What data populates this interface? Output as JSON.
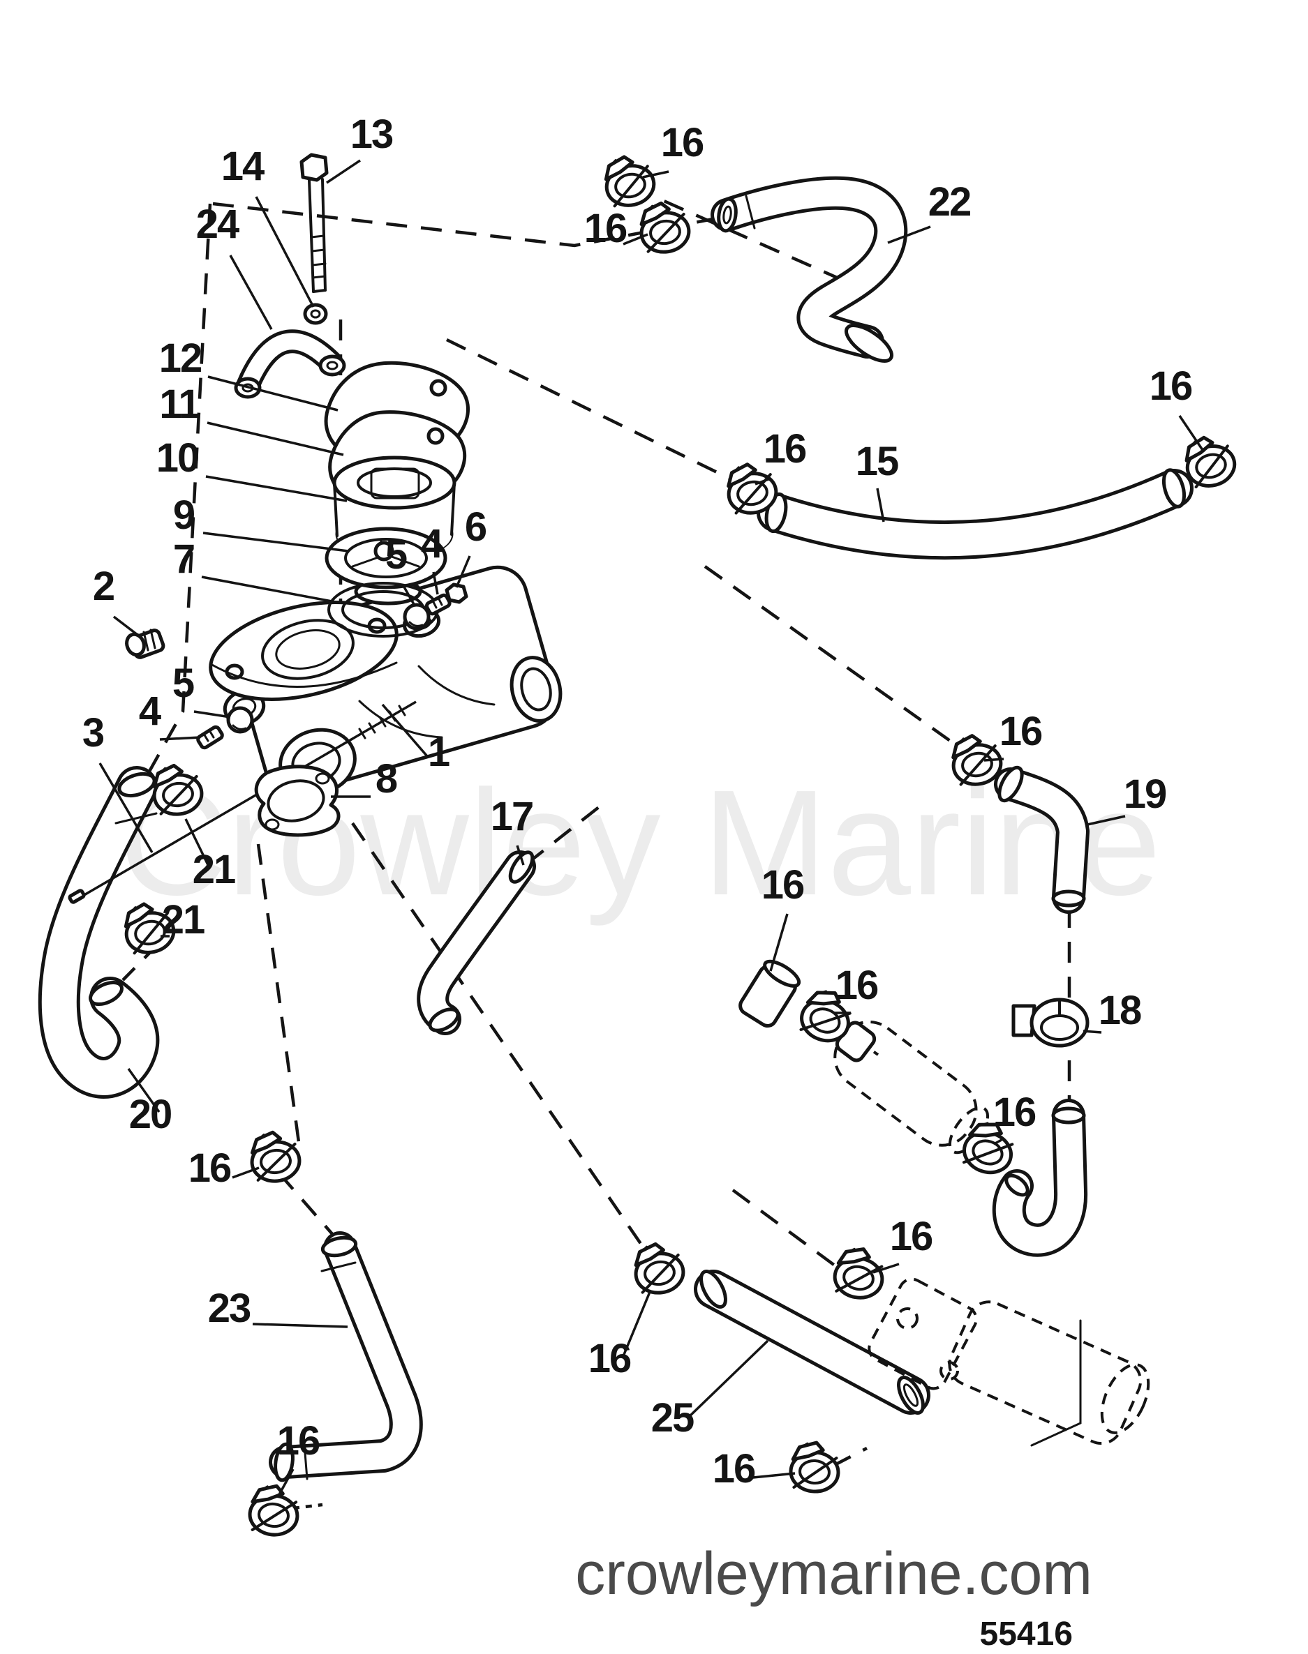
{
  "diagram": {
    "watermark": "Crowley Marine",
    "site": "crowleymarine.com",
    "drawing_number": "55416"
  },
  "colors": {
    "line": "#141414",
    "watermark": "#ececec",
    "footer": "#4a4a4a"
  },
  "callouts": [
    {
      "n": "13"
    },
    {
      "n": "14"
    },
    {
      "n": "24"
    },
    {
      "n": "12"
    },
    {
      "n": "11"
    },
    {
      "n": "10"
    },
    {
      "n": "9"
    },
    {
      "n": "7"
    },
    {
      "n": "2"
    },
    {
      "n": "5"
    },
    {
      "n": "4"
    },
    {
      "n": "6"
    },
    {
      "n": "5"
    },
    {
      "n": "4"
    },
    {
      "n": "3"
    },
    {
      "n": "1"
    },
    {
      "n": "8"
    },
    {
      "n": "21"
    },
    {
      "n": "21"
    },
    {
      "n": "20"
    },
    {
      "n": "22"
    },
    {
      "n": "15"
    },
    {
      "n": "17"
    },
    {
      "n": "19"
    },
    {
      "n": "18"
    },
    {
      "n": "23"
    },
    {
      "n": "25"
    },
    {
      "n": "16"
    },
    {
      "n": "16"
    },
    {
      "n": "16"
    },
    {
      "n": "16"
    },
    {
      "n": "16"
    },
    {
      "n": "16"
    },
    {
      "n": "16"
    },
    {
      "n": "16"
    },
    {
      "n": "16"
    },
    {
      "n": "16"
    },
    {
      "n": "16"
    },
    {
      "n": "16"
    },
    {
      "n": "16"
    }
  ]
}
